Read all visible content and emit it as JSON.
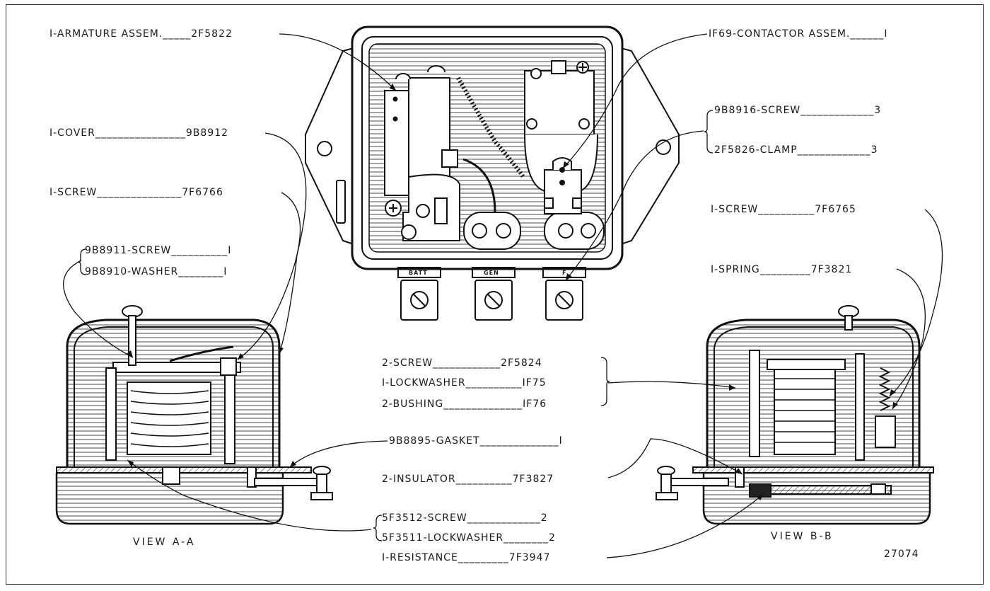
{
  "callouts": {
    "armature": "I-ARMATURE ASSEM._____2F5822",
    "cover": "I-COVER________________9B8912",
    "screw_top": "I-SCREW_______________7F6766",
    "screw_9b8911": "9B8911-SCREW__________I",
    "washer_9b8910": "9B8910-WASHER________I",
    "contactor": "IF69-CONTACTOR ASSEM.______I",
    "screw_9b8916": "9B8916-SCREW_____________3",
    "clamp_2f5826": "2F5826-CLAMP_____________3",
    "screw_7f6765": "I-SCREW__________7F6765",
    "spring_7f3821": "I-SPRING_________7F3821",
    "screw_2f5824": "2-SCREW____________2F5824",
    "lockwasher_1f75": "I-LOCKWASHER__________IF75",
    "bushing_1f76": "2-BUSHING______________IF76",
    "gasket_9b8895": "9B8895-GASKET______________I",
    "insulator_7f3827": "2-INSULATOR__________7F3827",
    "screw_5f3512": "5F3512-SCREW_____________2",
    "lockwasher_5f3511": "5F3511-LOCKWASHER________2",
    "resistance_7f3947": "I-RESISTANCE_________7F3947"
  },
  "terminals": {
    "batt": "BATT",
    "gen": "GEN",
    "f": "F"
  },
  "views": {
    "a": "VIEW A-A",
    "b": "VIEW B-B"
  },
  "figure_number": "27074"
}
